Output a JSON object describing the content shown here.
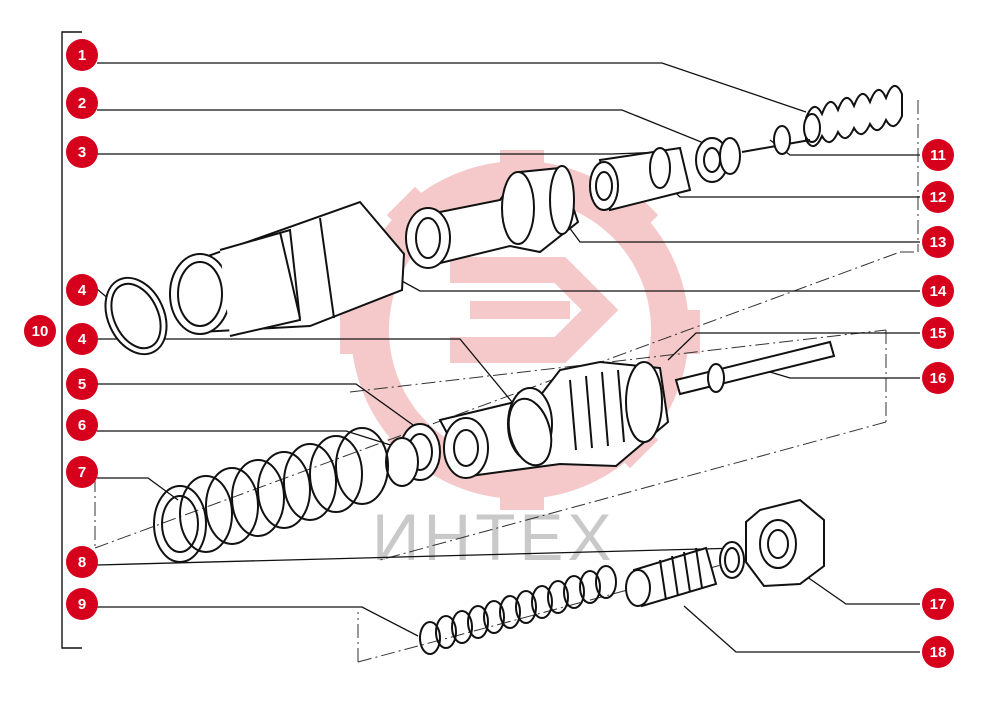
{
  "watermark": {
    "text": "ИНТЕХ",
    "color": "#f4b8b8"
  },
  "callouts": {
    "c1": "1",
    "c2": "2",
    "c3": "3",
    "c4a": "4",
    "c4b": "4",
    "c5": "5",
    "c6": "6",
    "c7": "7",
    "c8": "8",
    "c9": "9",
    "c10": "10",
    "c11": "11",
    "c12": "12",
    "c13": "13",
    "c14": "14",
    "c15": "15",
    "c16": "16",
    "c17": "17",
    "c18": "18"
  },
  "colors": {
    "callout": "#d6001c",
    "line": "#111111"
  }
}
